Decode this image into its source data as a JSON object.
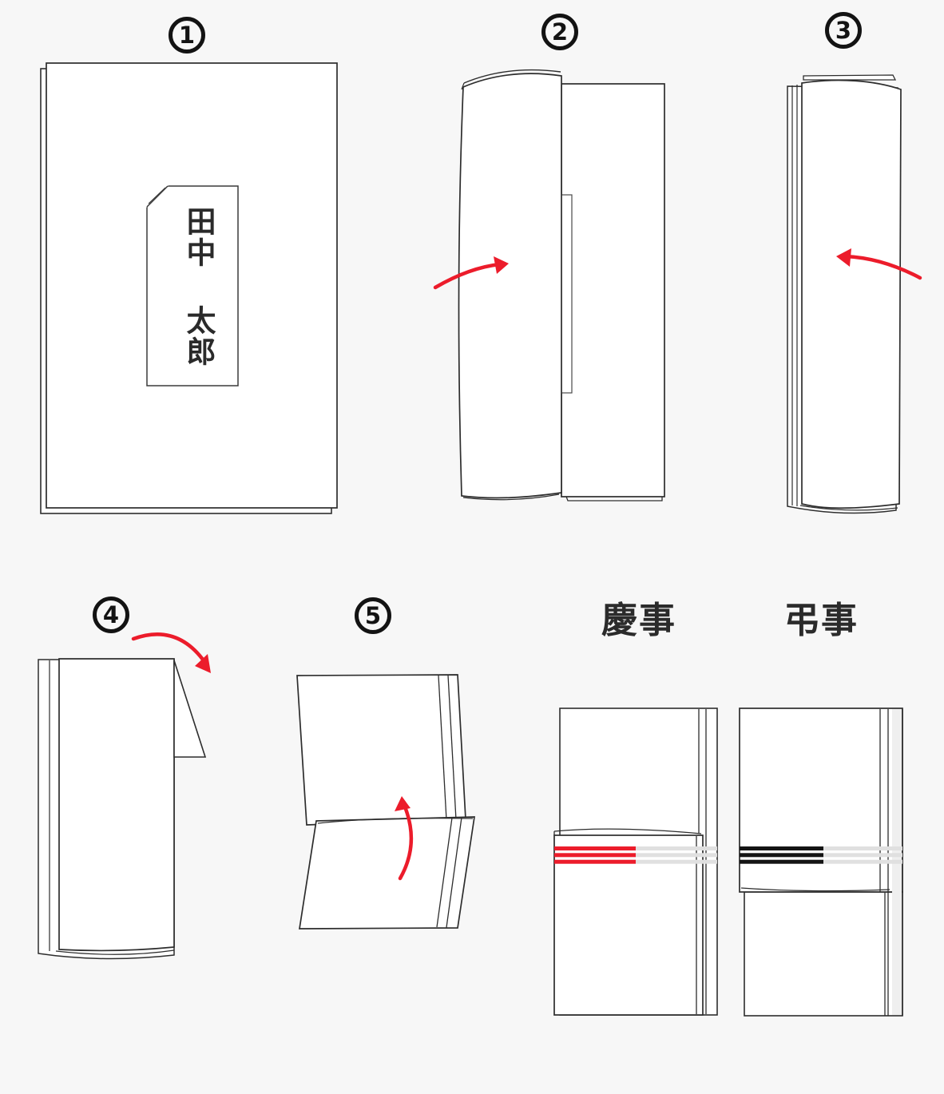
{
  "page": {
    "background": "#F7F7F7"
  },
  "steps": [
    {
      "label": "1"
    },
    {
      "label": "2"
    },
    {
      "label": "3"
    },
    {
      "label": "4"
    },
    {
      "label": "5"
    }
  ],
  "card": {
    "name": "田中 太郎"
  },
  "examples": [
    {
      "label": "慶事",
      "stripe_color": "#EC1C2B"
    },
    {
      "label": "弔事",
      "stripe_color": "#141414"
    }
  ],
  "colors": {
    "background": "#F7F7F7",
    "paper": "#FFFFFF",
    "line": "#2D2D2D",
    "accent_red": "#EC1C2B",
    "stripe_gray": "#E0E0E0",
    "stripe_black": "#141414",
    "shade_gray": "#EFEFEF",
    "badge": "#131313"
  },
  "icons": [
    {
      "name": "red-arrow-right-icon",
      "step": 2
    },
    {
      "name": "red-arrow-left-icon",
      "step": 3
    },
    {
      "name": "red-arrow-down-right-icon",
      "step": 4
    },
    {
      "name": "red-arrow-up-icon",
      "step": 5
    }
  ]
}
